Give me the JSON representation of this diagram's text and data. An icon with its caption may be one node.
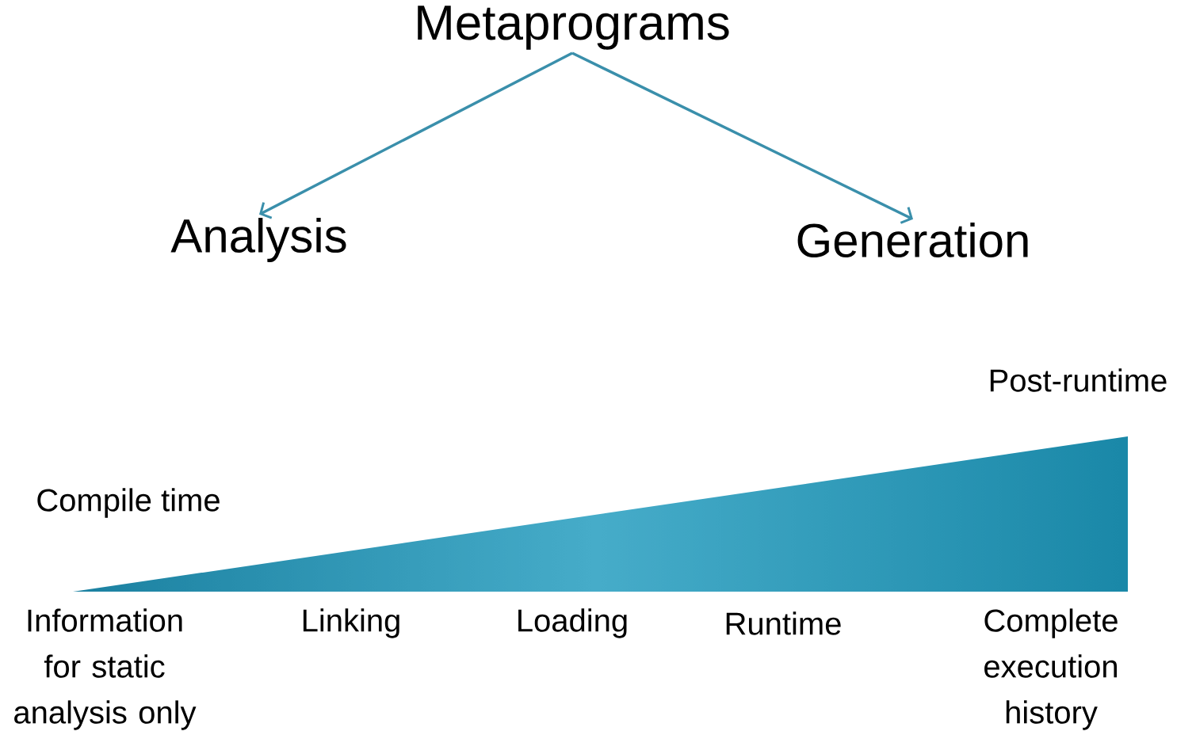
{
  "diagram": {
    "nodes": [
      {
        "text": [
          "Metaprograms"
        ]
      },
      {
        "text": [
          "Analysis"
        ]
      },
      {
        "text": [
          "Generation"
        ]
      }
    ],
    "edges": [
      {
        "from": 0,
        "to": 1,
        "arrow": "to"
      },
      {
        "from": 0,
        "to": 2,
        "arrow": "to"
      }
    ],
    "labels": [
      "Post-runtime",
      "Compile time",
      "Information for static analysis only",
      "Linking",
      "Loading",
      "Runtime",
      "Complete execution history"
    ]
  }
}
